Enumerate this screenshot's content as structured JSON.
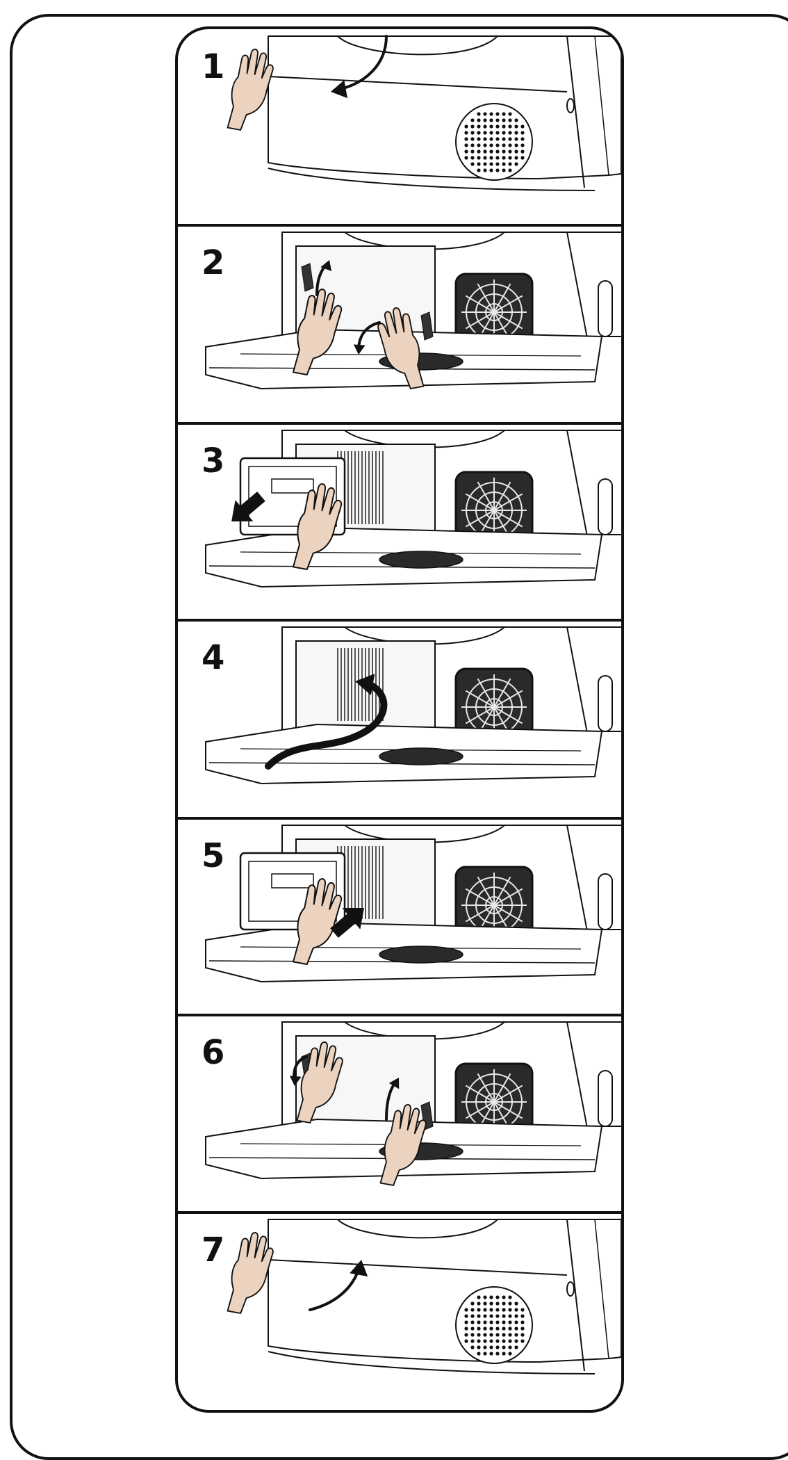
{
  "steps": [
    {
      "number": "1",
      "action": "open-lower-panel"
    },
    {
      "number": "2",
      "action": "release-levers"
    },
    {
      "number": "3",
      "action": "pull-out-cover"
    },
    {
      "number": "4",
      "action": "clean-inside"
    },
    {
      "number": "5",
      "action": "push-in-cover"
    },
    {
      "number": "6",
      "action": "lock-levers"
    },
    {
      "number": "7",
      "action": "close-lower-panel"
    }
  ],
  "colors": {
    "line": "#111111",
    "appliance_fill": "#ffffff",
    "skin": "#ecd3bf",
    "arrow": "#111111"
  }
}
